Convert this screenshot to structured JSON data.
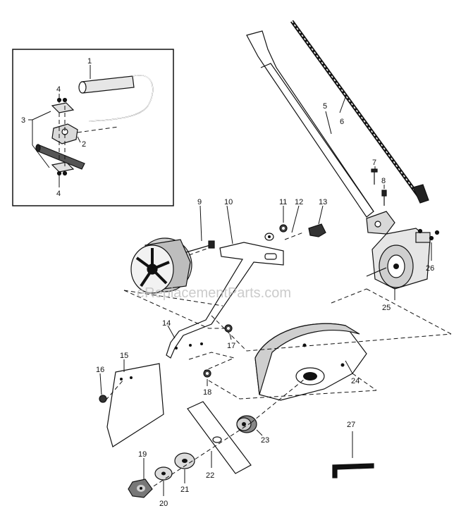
{
  "watermark": "eReplacementParts.com",
  "callouts": {
    "p1": "1",
    "p2": "2",
    "p3": "3",
    "p4a": "4",
    "p4b": "4",
    "p5": "5",
    "p6": "6",
    "p7": "7",
    "p8": "8",
    "p9": "9",
    "p10": "10",
    "p11": "11",
    "p12": "12",
    "p13": "13",
    "p14": "14",
    "p15": "15",
    "p16": "16",
    "p17": "17",
    "p18": "18",
    "p19": "19",
    "p20": "20",
    "p21": "21",
    "p22": "22",
    "p23": "23",
    "p24": "24",
    "p25": "25",
    "p26": "26",
    "p27": "27"
  }
}
